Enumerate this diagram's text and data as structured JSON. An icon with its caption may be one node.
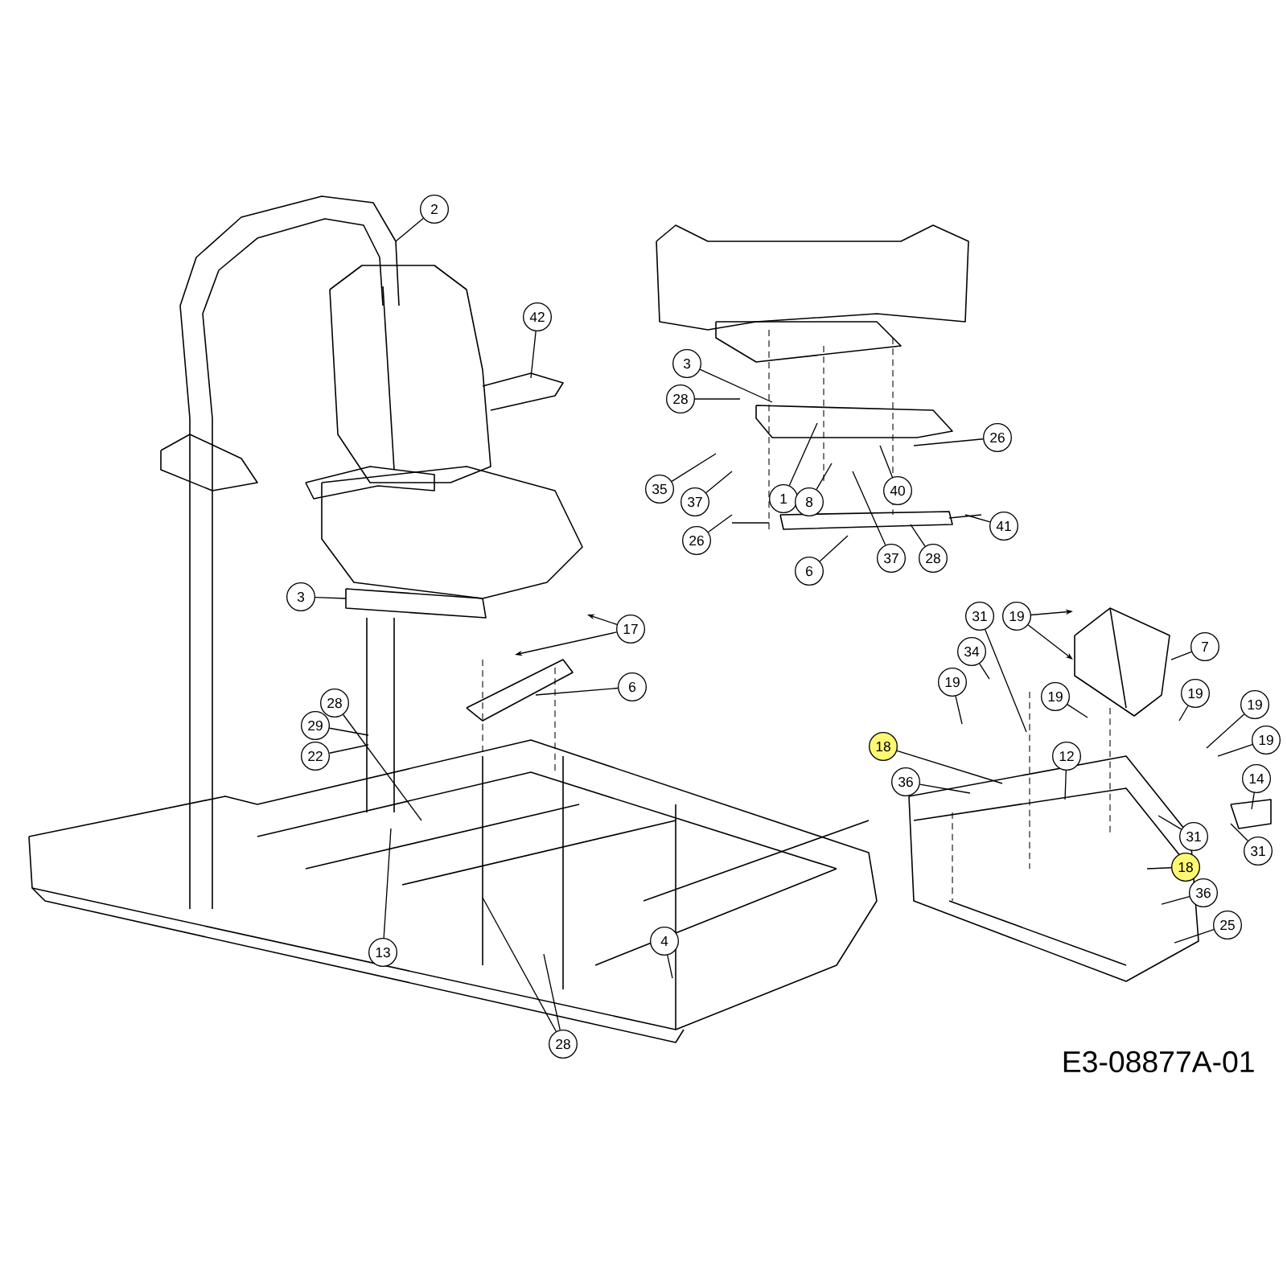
{
  "diagram": {
    "nodes": [
      {
        "text": [
          "2"
        ]
      },
      {
        "text": [
          "42"
        ]
      },
      {
        "text": [
          "3"
        ]
      },
      {
        "text": [
          "28"
        ]
      },
      {
        "text": [
          "26"
        ]
      },
      {
        "text": [
          "35"
        ]
      },
      {
        "text": [
          "1"
        ]
      },
      {
        "text": [
          "8"
        ]
      },
      {
        "text": [
          "40"
        ]
      },
      {
        "text": [
          "37"
        ]
      },
      {
        "text": [
          "41"
        ]
      },
      {
        "text": [
          "26"
        ]
      },
      {
        "text": [
          "37"
        ]
      },
      {
        "text": [
          "28"
        ]
      },
      {
        "text": [
          "6"
        ]
      },
      {
        "text": [
          "3"
        ]
      },
      {
        "text": [
          "31"
        ]
      },
      {
        "text": [
          "19"
        ]
      },
      {
        "text": [
          "17"
        ]
      },
      {
        "text": [
          "7"
        ]
      },
      {
        "text": [
          "34"
        ]
      },
      {
        "text": [
          "19"
        ]
      },
      {
        "text": [
          "6"
        ]
      },
      {
        "text": [
          "19"
        ]
      },
      {
        "text": [
          "19"
        ]
      },
      {
        "text": [
          "28"
        ]
      },
      {
        "text": [
          "19"
        ]
      },
      {
        "text": [
          "29"
        ]
      },
      {
        "text": [
          "19"
        ]
      },
      {
        "text": [
          "18"
        ]
      },
      {
        "text": [
          "12"
        ]
      },
      {
        "text": [
          "22"
        ]
      },
      {
        "text": [
          "14"
        ]
      },
      {
        "text": [
          "36"
        ]
      },
      {
        "text": [
          "31"
        ]
      },
      {
        "text": [
          "31"
        ]
      },
      {
        "text": [
          "18"
        ]
      },
      {
        "text": [
          "36"
        ]
      },
      {
        "text": [
          "25"
        ]
      },
      {
        "text": [
          "4"
        ]
      },
      {
        "text": [
          "13"
        ]
      },
      {
        "text": [
          "28"
        ]
      }
    ],
    "edges": [
      {
        "from": 0,
        "to": null,
        "arrow": "none"
      },
      {
        "from": 1,
        "to": null,
        "arrow": "none"
      },
      {
        "from": 2,
        "to": null,
        "arrow": "none"
      },
      {
        "from": 3,
        "to": null,
        "arrow": "none"
      },
      {
        "from": 4,
        "to": null,
        "arrow": "none"
      },
      {
        "from": 5,
        "to": null,
        "arrow": "none"
      },
      {
        "from": 6,
        "to": null,
        "arrow": "none"
      },
      {
        "from": 7,
        "to": null,
        "arrow": "none"
      },
      {
        "from": 8,
        "to": null,
        "arrow": "none"
      },
      {
        "from": 9,
        "to": null,
        "arrow": "none"
      },
      {
        "from": 10,
        "to": null,
        "arrow": "none"
      },
      {
        "from": 11,
        "to": null,
        "arrow": "none"
      },
      {
        "from": 12,
        "to": null,
        "arrow": "none"
      },
      {
        "from": 13,
        "to": null,
        "arrow": "none"
      },
      {
        "from": 14,
        "to": null,
        "arrow": "none"
      },
      {
        "from": 15,
        "to": null,
        "arrow": "none"
      },
      {
        "from": 16,
        "to": null,
        "arrow": "none"
      },
      {
        "from": 17,
        "to": null,
        "arrow": "to"
      },
      {
        "from": 17,
        "to": null,
        "arrow": "to"
      },
      {
        "from": 18,
        "to": null,
        "arrow": "to"
      },
      {
        "from": 18,
        "to": null,
        "arrow": "to"
      },
      {
        "from": 19,
        "to": null,
        "arrow": "none"
      },
      {
        "from": 20,
        "to": null,
        "arrow": "none"
      },
      {
        "from": 21,
        "to": null,
        "arrow": "none"
      },
      {
        "from": 22,
        "to": null,
        "arrow": "none"
      },
      {
        "from": 23,
        "to": null,
        "arrow": "none"
      },
      {
        "from": 24,
        "to": null,
        "arrow": "none"
      },
      {
        "from": 25,
        "to": null,
        "arrow": "none"
      },
      {
        "from": 26,
        "to": null,
        "arrow": "none"
      },
      {
        "from": 27,
        "to": null,
        "arrow": "none"
      },
      {
        "from": 28,
        "to": null,
        "arrow": "none"
      },
      {
        "from": 29,
        "to": null,
        "arrow": "none"
      },
      {
        "from": 30,
        "to": null,
        "arrow": "none"
      },
      {
        "from": 31,
        "to": null,
        "arrow": "none"
      },
      {
        "from": 32,
        "to": null,
        "arrow": "none"
      },
      {
        "from": 33,
        "to": null,
        "arrow": "none"
      },
      {
        "from": 34,
        "to": null,
        "arrow": "none"
      },
      {
        "from": 35,
        "to": null,
        "arrow": "none"
      },
      {
        "from": 36,
        "to": null,
        "arrow": "none"
      },
      {
        "from": 37,
        "to": null,
        "arrow": "none"
      },
      {
        "from": 38,
        "to": null,
        "arrow": "none"
      },
      {
        "from": 39,
        "to": null,
        "arrow": "none"
      },
      {
        "from": 40,
        "to": null,
        "arrow": "none"
      },
      {
        "from": 41,
        "to": null,
        "arrow": "none"
      },
      {
        "from": 41,
        "to": null,
        "arrow": "none"
      }
    ],
    "labels": [
      "E3-08877A-01"
    ]
  }
}
